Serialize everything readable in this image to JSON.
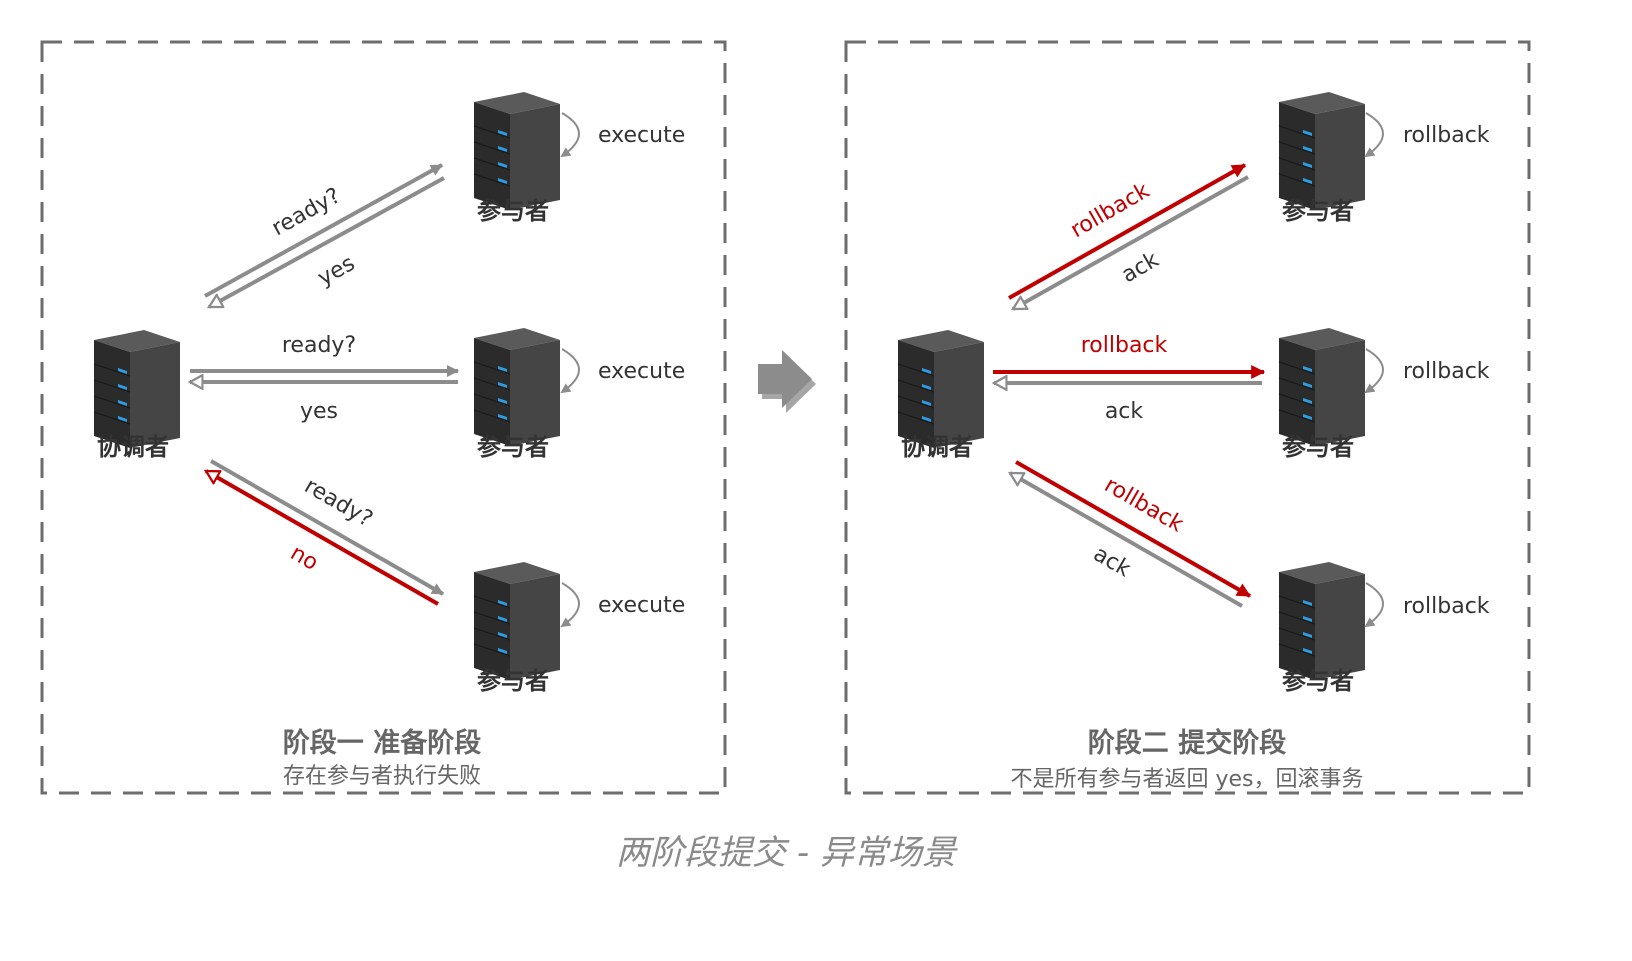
{
  "caption": "两阶段提交 - 异常场景",
  "colors": {
    "gray_arrow": "#8c8c8c",
    "red_arrow": "#c00000",
    "panel_border": "#6d6d6d",
    "server_body": "#3a3a3a",
    "server_led": "#2f9be0"
  },
  "phase1": {
    "title": "阶段一 准备阶段",
    "subtitle": "存在参与者执行失败",
    "coordinator_label": "协调者",
    "participants": [
      {
        "label": "参与者",
        "action": "execute"
      },
      {
        "label": "参与者",
        "action": "execute"
      },
      {
        "label": "参与者",
        "action": "execute"
      }
    ],
    "messages": [
      {
        "request": "ready?",
        "response": "yes"
      },
      {
        "request": "ready?",
        "response": "yes"
      },
      {
        "request": "ready?",
        "response": "no"
      }
    ]
  },
  "phase2": {
    "title": "阶段二 提交阶段",
    "subtitle": "不是所有参与者返回 yes，回滚事务",
    "coordinator_label": "协调者",
    "participants": [
      {
        "label": "参与者",
        "action": "rollback"
      },
      {
        "label": "参与者",
        "action": "rollback"
      },
      {
        "label": "参与者",
        "action": "rollback"
      }
    ],
    "messages": [
      {
        "request": "rollback",
        "response": "ack"
      },
      {
        "request": "rollback",
        "response": "ack"
      },
      {
        "request": "rollback",
        "response": "ack"
      }
    ]
  },
  "transition_icon": "right-arrow-icon"
}
